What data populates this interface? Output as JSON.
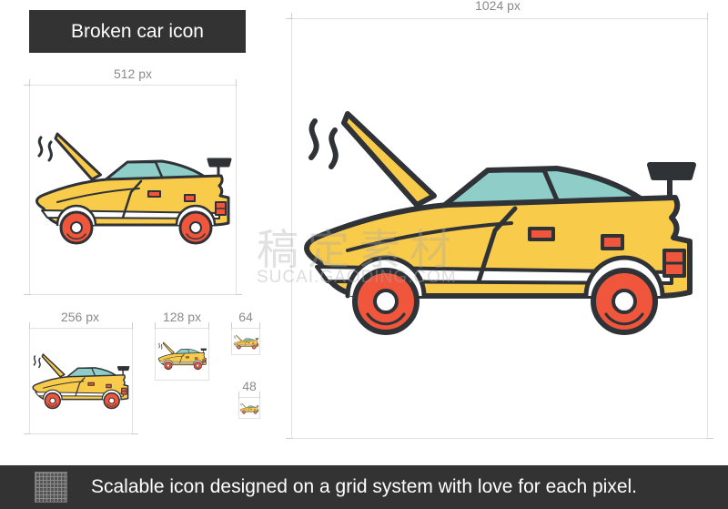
{
  "title": "Broken car icon",
  "sizes": {
    "s1024": "1024 px",
    "s512": "512 px",
    "s256": "256 px",
    "s128": "128 px",
    "s64": "64",
    "s48": "48"
  },
  "watermark": {
    "text": "稿定素材",
    "sub": "SUCAI.GAODING.COM"
  },
  "footer": {
    "text": "Scalable icon designed on a grid system with love for each pixel."
  },
  "icon": {
    "name": "broken-car-icon",
    "colors": {
      "body": "#f9cb4a",
      "window": "#8ecdc8",
      "wheel": "#f0563b",
      "outline": "#2f3338",
      "stripe": "#ffffff"
    }
  }
}
